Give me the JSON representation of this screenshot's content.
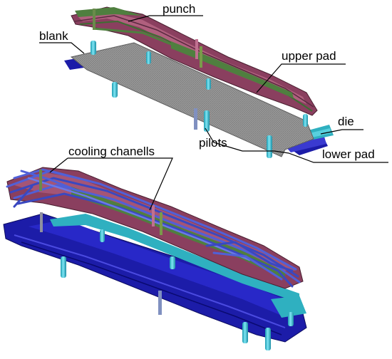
{
  "labels": {
    "punch": "punch",
    "blank": "blank",
    "upper_pad": "upper pad",
    "die": "die",
    "pilots": "pilots",
    "lower_pad": "lower pad",
    "cooling_channels": "cooling chanells"
  },
  "colors": {
    "background": "#ffffff",
    "blank": "#8f8f8f",
    "punch": "#8a3f5f",
    "punch_green": "#4f7f3f",
    "lower_pad": "#1c1ca8",
    "die": "#2fb0c0",
    "pilot": "#3ec8de",
    "cooling": "#5060d8",
    "leader": "#000000"
  }
}
